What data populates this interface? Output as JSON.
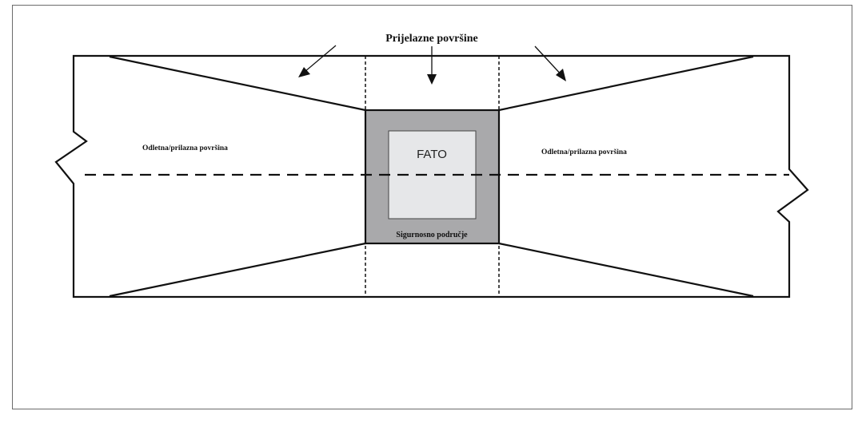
{
  "diagram": {
    "title": "Prijelazne površine",
    "left_surface_label": "Odletna/prilazna površina",
    "right_surface_label": "Odletna/prilazna površina",
    "fato_label": "FATO",
    "safety_area_label": "Sigurnosno područje",
    "colors": {
      "line": "#111111",
      "safety_area_fill": "#a9a9ab",
      "fato_fill": "#e6e7e9",
      "frame": "#6b6b6b"
    }
  }
}
